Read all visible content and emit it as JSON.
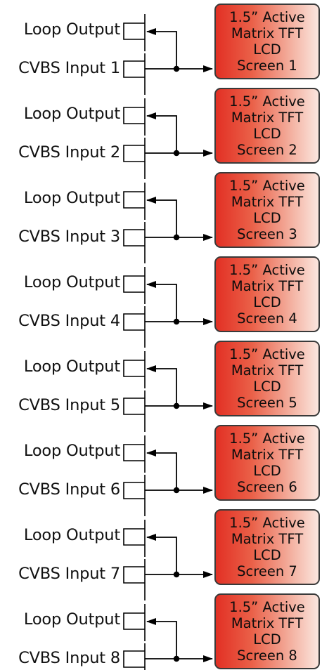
{
  "colors": {
    "screen_gradient": [
      "#e23024",
      "#ea6048",
      "#f4b4a4",
      "#fbe6df"
    ],
    "screen_border": "#3a3a3a",
    "wire": "#000000"
  },
  "channels": [
    {
      "loop_label": "Loop Output",
      "input_label": "CVBS Input 1",
      "screen_lines": [
        "1.5” Active",
        "Matrix TFT",
        "LCD",
        "Screen 1"
      ]
    },
    {
      "loop_label": "Loop Output",
      "input_label": "CVBS Input 2",
      "screen_lines": [
        "1.5” Active",
        "Matrix TFT",
        "LCD",
        "Screen 2"
      ]
    },
    {
      "loop_label": "Loop Output",
      "input_label": "CVBS Input 3",
      "screen_lines": [
        "1.5” Active",
        "Matrix TFT",
        "LCD",
        "Screen 3"
      ]
    },
    {
      "loop_label": "Loop Output",
      "input_label": "CVBS Input 4",
      "screen_lines": [
        "1.5” Active",
        "Matrix TFT",
        "LCD",
        "Screen 4"
      ]
    },
    {
      "loop_label": "Loop Output",
      "input_label": "CVBS Input 5",
      "screen_lines": [
        "1.5” Active",
        "Matrix TFT",
        "LCD",
        "Screen 5"
      ]
    },
    {
      "loop_label": "Loop Output",
      "input_label": "CVBS Input 6",
      "screen_lines": [
        "1.5” Active",
        "Matrix TFT",
        "LCD",
        "Screen 6"
      ]
    },
    {
      "loop_label": "Loop Output",
      "input_label": "CVBS Input 7",
      "screen_lines": [
        "1.5” Active",
        "Matrix TFT",
        "LCD",
        "Screen 7"
      ]
    },
    {
      "loop_label": "Loop Output",
      "input_label": "CVBS Input 8",
      "screen_lines": [
        "1.5” Active",
        "Matrix TFT",
        "LCD",
        "Screen 8"
      ]
    }
  ]
}
